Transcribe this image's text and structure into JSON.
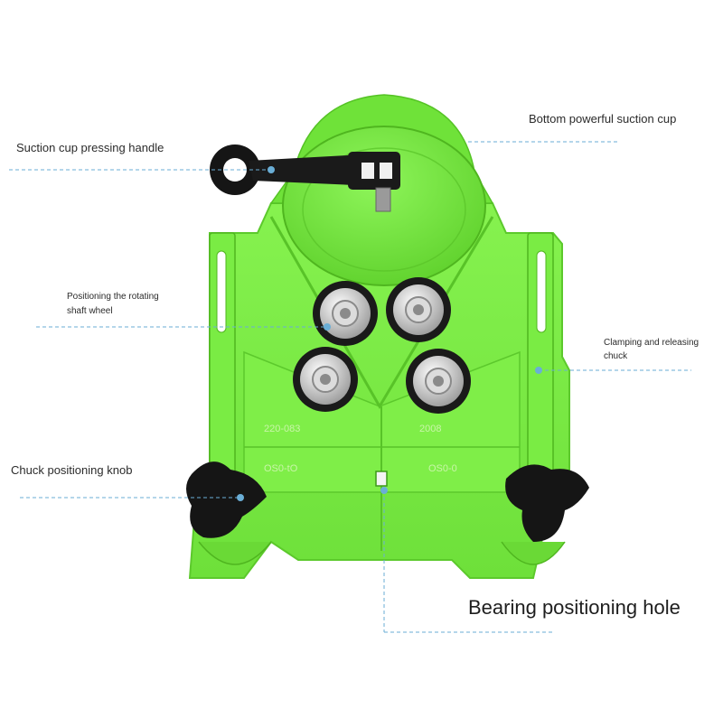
{
  "callouts": {
    "suction_cup_handle": "Suction cup pressing handle",
    "bottom_suction_cup": "Bottom powerful suction cup",
    "rotating_shaft_wheel_line1": "Positioning the rotating",
    "rotating_shaft_wheel_line2": "shaft wheel",
    "clamping_chuck_line1": "Clamping and releasing",
    "clamping_chuck_line2": "chuck",
    "chuck_knob": "Chuck positioning knob",
    "bearing_hole": "Bearing positioning hole"
  },
  "body_markings": {
    "left_top": "220-083",
    "right_top": "2008",
    "left_bottom": "OS0-tO",
    "right_bottom": "OS0-0"
  },
  "colors": {
    "body_green": "#7cf046",
    "body_shadow": "#5cc92c",
    "callout_line": "#6aaed6",
    "knob_black": "#151515",
    "bearing_steel": "#c9c9c9"
  },
  "icons": {
    "handle": "lever-handle-icon",
    "bearing": "bearing-wheel-icon",
    "knob": "star-knob-icon"
  }
}
